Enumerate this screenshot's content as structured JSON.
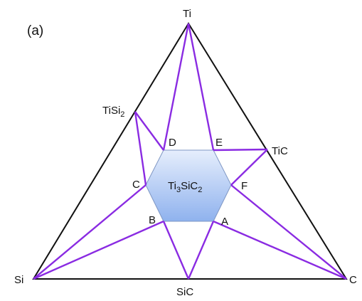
{
  "panel_label": "(a)",
  "colors": {
    "outline": "#111111",
    "tie_lines": "#8a2be2",
    "hexagon_top": "#e6eefc",
    "hexagon_bottom": "#8fb2ee",
    "hexagon_stroke": "#7f97c4"
  },
  "vertices": {
    "ti": {
      "text": "Ti"
    },
    "si": {
      "text": "Si"
    },
    "c": {
      "text": "C"
    }
  },
  "compounds": {
    "tisi2": {
      "base": "TiSi",
      "sub": "2"
    },
    "tic": {
      "text": "TiC"
    },
    "sic": {
      "text": "SiC"
    }
  },
  "hexagon_label": {
    "p1": "Ti",
    "s1": "3",
    "p2": "SiC",
    "s2": "2"
  },
  "hex_points": {
    "a": "A",
    "b": "B",
    "c": "C",
    "d": "D",
    "e": "E",
    "f": "F"
  }
}
